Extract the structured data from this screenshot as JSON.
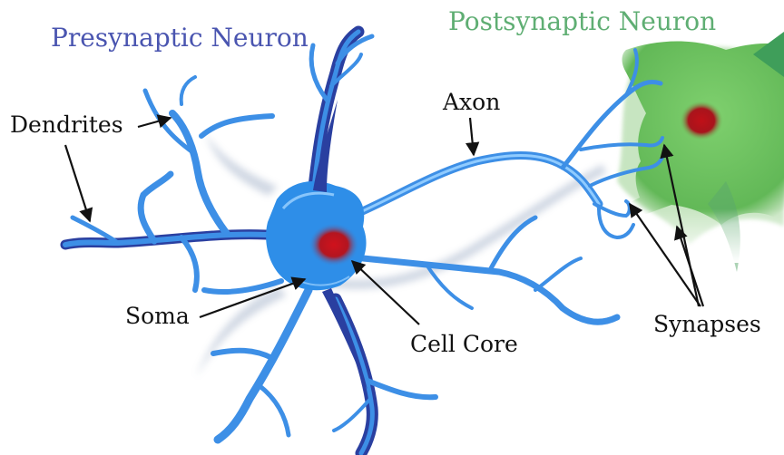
{
  "titles": {
    "presynaptic": "Presynaptic Neuron",
    "postsynaptic": "Postsynaptic Neuron"
  },
  "labels": {
    "dendrites": "Dendrites",
    "axon": "Axon",
    "soma": "Soma",
    "cell_core": "Cell Core",
    "synapses": "Synapses"
  },
  "colors": {
    "presynaptic_title": "#4a55b0",
    "postsynaptic_title": "#5fae73",
    "neuron_blue": "#2e8ee8",
    "neuron_light": "#7fc2ff",
    "neuron_dark": "#2a3fa0",
    "postsynaptic_green": "#6cc35e",
    "core_red": "#c8141e"
  }
}
